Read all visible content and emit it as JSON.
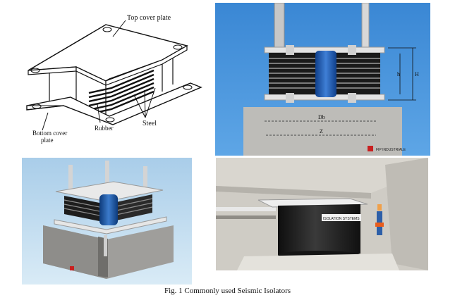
{
  "diagram": {
    "labels": {
      "top_cover_plate": "Top cover plate",
      "bottom_cover_plate_line1": "Bottom cover",
      "bottom_cover_plate_line2": "plate",
      "rubber": "Rubber",
      "steel": "Steel"
    }
  },
  "photo_dimensioned": {
    "labels": {
      "h": "h",
      "H": "H",
      "Db": "Db",
      "Z": "Z",
      "brand": "FIP INDUSTRIALE"
    }
  },
  "photo_installed": {
    "labels": {
      "plate": "ISOLATION SYSTEMS"
    }
  },
  "caption": "Fig. 1 Commonly used Seismic Isolators"
}
